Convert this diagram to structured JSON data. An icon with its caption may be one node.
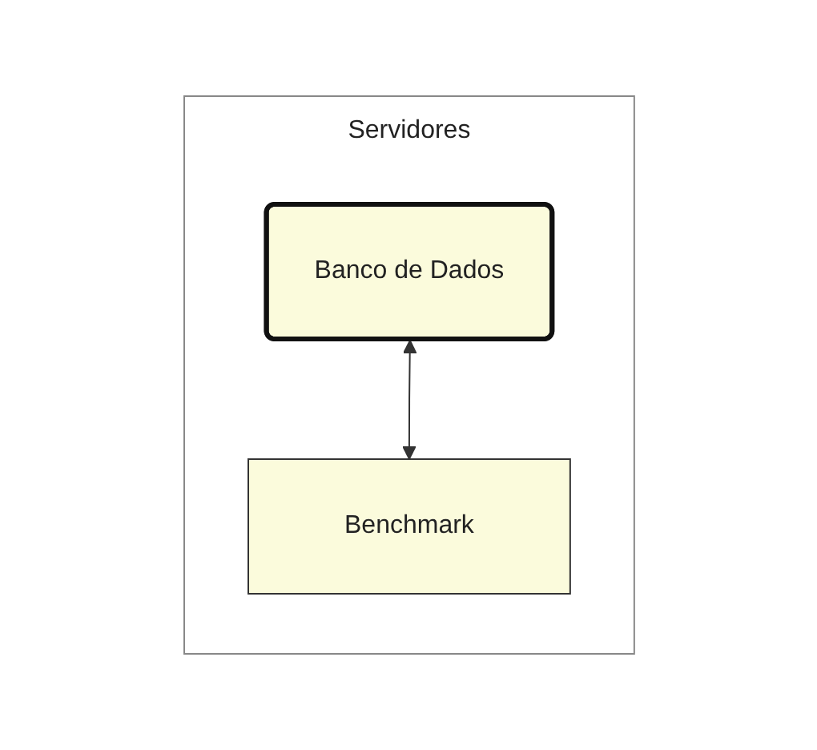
{
  "diagram": {
    "nodes": [
      {
        "text": [
          "Servidores"
        ]
      },
      {
        "text": [
          "Banco de Dados"
        ],
        "in": 0
      },
      {
        "text": [
          "Benchmark"
        ],
        "in": 0
      }
    ],
    "edges": [
      {
        "from": 1,
        "to": 2,
        "arrow": "both"
      }
    ]
  }
}
